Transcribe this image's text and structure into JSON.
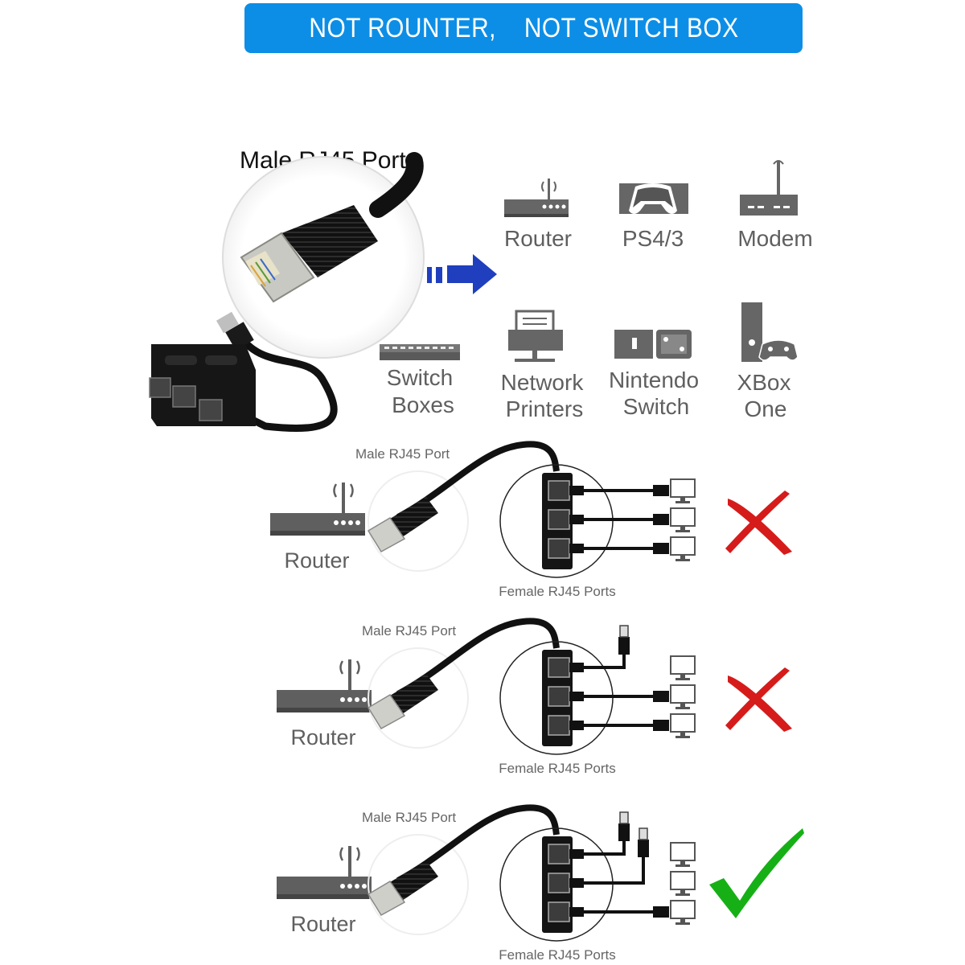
{
  "banner": {
    "text": "NOT ROUNTER,    NOT SWITCH BOX",
    "color": "#0d8ee6"
  },
  "product": {
    "male_port_label": "Male RJ45 Port"
  },
  "compatible_devices": [
    {
      "icon": "router-icon",
      "label": [
        "Router"
      ]
    },
    {
      "icon": "gamepad-icon",
      "label": [
        "PS4/3"
      ]
    },
    {
      "icon": "modem-icon",
      "label": [
        "Modem"
      ]
    },
    {
      "icon": "switch-box-icon",
      "label": [
        "Switch",
        "Boxes"
      ]
    },
    {
      "icon": "printer-icon",
      "label": [
        "Network",
        "Printers"
      ]
    },
    {
      "icon": "nintendo-switch-icon",
      "label": [
        "Nintendo",
        "Switch"
      ]
    },
    {
      "icon": "xbox-icon",
      "label": [
        "XBox",
        "One"
      ]
    }
  ],
  "scenarios": [
    {
      "router_label": "Router",
      "male_label": "Male RJ45 Port",
      "female_label": "Female RJ45 Ports",
      "verdict": "wrong",
      "outputs": [
        "computer",
        "computer",
        "computer"
      ]
    },
    {
      "router_label": "Router",
      "male_label": "Male RJ45 Port",
      "female_label": "Female RJ45 Ports",
      "verdict": "wrong",
      "outputs": [
        "cable",
        "computer",
        "computer"
      ]
    },
    {
      "router_label": "Router",
      "male_label": "Male RJ45 Port",
      "female_label": "Female RJ45 Ports",
      "verdict": "correct",
      "outputs": [
        "cable",
        "cable",
        "computer"
      ]
    }
  ],
  "colors": {
    "wrong": "#d61b1b",
    "correct": "#16b016",
    "icon_gray": "#5f5f5f",
    "arrow_blue": "#1f3fbf",
    "label_gray": "#666666"
  }
}
